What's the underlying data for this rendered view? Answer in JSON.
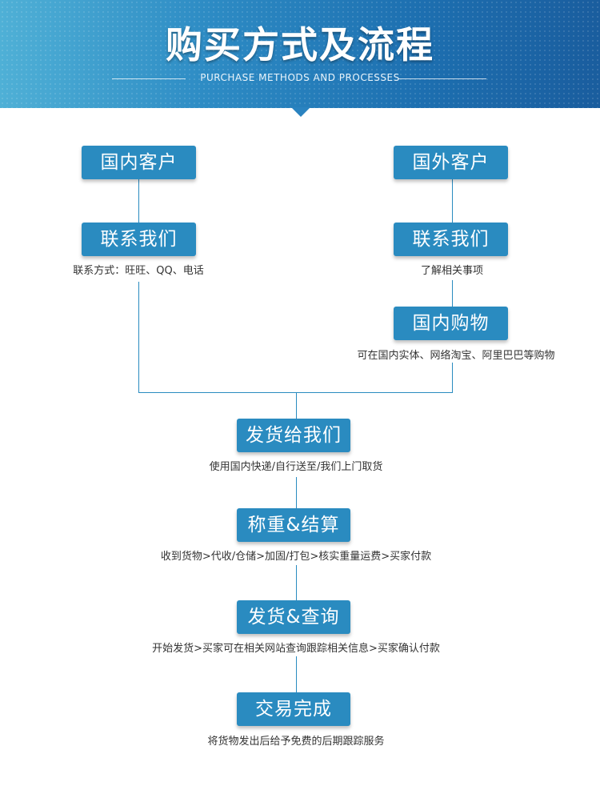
{
  "header": {
    "title": "购买方式及流程",
    "subtitle": "PURCHASE METHODS AND PROCESSES"
  },
  "flow": {
    "domestic_customer": "国内客户",
    "foreign_customer": "国外客户",
    "contact_us_left": "联系我们",
    "contact_us_right": "联系我们",
    "contact_note": "联系方式：旺旺、QQ、电话",
    "understand_note": "了解相关事项",
    "domestic_shopping": "国内购物",
    "shopping_note": "可在国内实体、网络淘宝、阿里巴巴等购物",
    "ship_to_us": "发货给我们",
    "ship_note": "使用国内快递/自行送至/我们上门取货",
    "weigh_settle": "称重&结算",
    "weigh_note": "收到货物>代收/仓储>加固/打包>核实重量运费>买家付款",
    "ship_query": "发货&查询",
    "query_note": "开始发货>买家可在相关网站查询跟踪相关信息>买家确认付款",
    "complete": "交易完成",
    "complete_note": "将货物发出后给予免费的后期跟踪服务"
  }
}
